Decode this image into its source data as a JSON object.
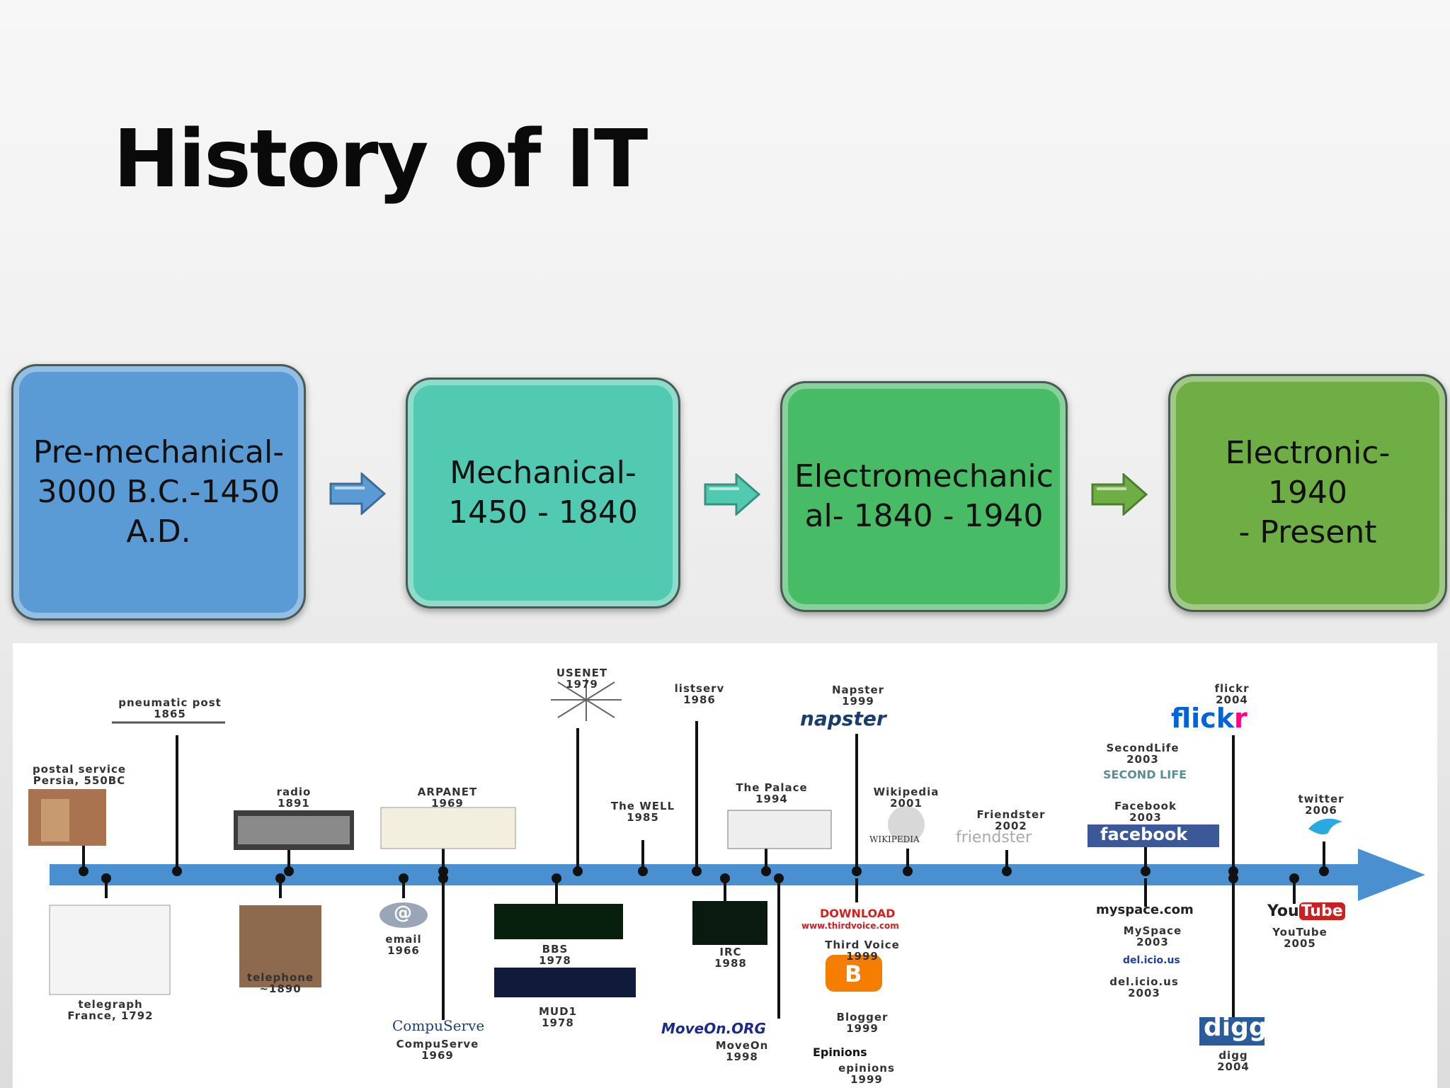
{
  "title": "History of IT",
  "colors": {
    "era1": "#5b9bd5",
    "era2": "#52c9b1",
    "era3": "#47bb66",
    "era4": "#6fad45",
    "timeline_bar": "#4a8fd0"
  },
  "eras": [
    {
      "line1": "Pre-mechanical-",
      "line2": "3000 B.C.-1450",
      "line3": "A.D."
    },
    {
      "line1": "Mechanical-",
      "line2": "1450 - 1840",
      "line3": ""
    },
    {
      "line1": "Electromechanic",
      "line2": "al- 1840 - 1940",
      "line3": ""
    },
    {
      "line1": "Electronic- 1940",
      "line2": "- Present",
      "line3": ""
    }
  ],
  "timeline": {
    "above": [
      {
        "name": "postal service",
        "year": "Persia, 550BC"
      },
      {
        "name": "pneumatic post",
        "year": "1865"
      },
      {
        "name": "radio",
        "year": "1891"
      },
      {
        "name": "ARPANET",
        "year": "1969"
      },
      {
        "name": "USENET",
        "year": "1979"
      },
      {
        "name": "The WELL",
        "year": "1985"
      },
      {
        "name": "listserv",
        "year": "1986"
      },
      {
        "name": "The Palace",
        "year": "1994"
      },
      {
        "name": "Napster",
        "year": "1999"
      },
      {
        "name": "Wikipedia",
        "year": "2001"
      },
      {
        "name": "Friendster",
        "year": "2002"
      },
      {
        "name": "SecondLife",
        "year": "2003"
      },
      {
        "name": "Facebook",
        "year": "2003"
      },
      {
        "name": "flickr",
        "year": "2004"
      },
      {
        "name": "twitter",
        "year": "2006"
      }
    ],
    "below": [
      {
        "name": "telegraph",
        "year": "France, 1792"
      },
      {
        "name": "telephone",
        "year": "~1890"
      },
      {
        "name": "email",
        "year": "1966"
      },
      {
        "name": "CompuServe",
        "year": "1969"
      },
      {
        "name": "BBS",
        "year": "1978"
      },
      {
        "name": "MUD1",
        "year": "1978"
      },
      {
        "name": "IRC",
        "year": "1988"
      },
      {
        "name": "MoveOn",
        "year": "1998"
      },
      {
        "name": "Third Voice",
        "year": "1999"
      },
      {
        "name": "Blogger",
        "year": "1999"
      },
      {
        "name": "epinions",
        "year": "1999"
      },
      {
        "name": "MySpace",
        "year": "2003"
      },
      {
        "name": "del.icio.us",
        "year": "2003"
      },
      {
        "name": "YouTube",
        "year": "2005"
      },
      {
        "name": "digg",
        "year": "2004"
      }
    ],
    "logos": {
      "napster": "napster",
      "flickr_a": "flick",
      "flickr_b": "r",
      "secondlife": "SECOND LIFE",
      "facebook": "facebook",
      "wikipedia": "WIKIPEDIA",
      "friendster": "friendster",
      "compuserve": "CompuServe",
      "moveon": "MoveOn.ORG",
      "download": "DOWNLOAD",
      "thirdvoice_url": "www.thirdvoice.com",
      "myspace": "myspace.com",
      "delicious": "del.icio.us",
      "youtube_a": "You",
      "youtube_b": "Tube",
      "digg": "digg",
      "epinions": "Epinions",
      "email_glyph": "@",
      "blogger_glyph": "B"
    }
  }
}
